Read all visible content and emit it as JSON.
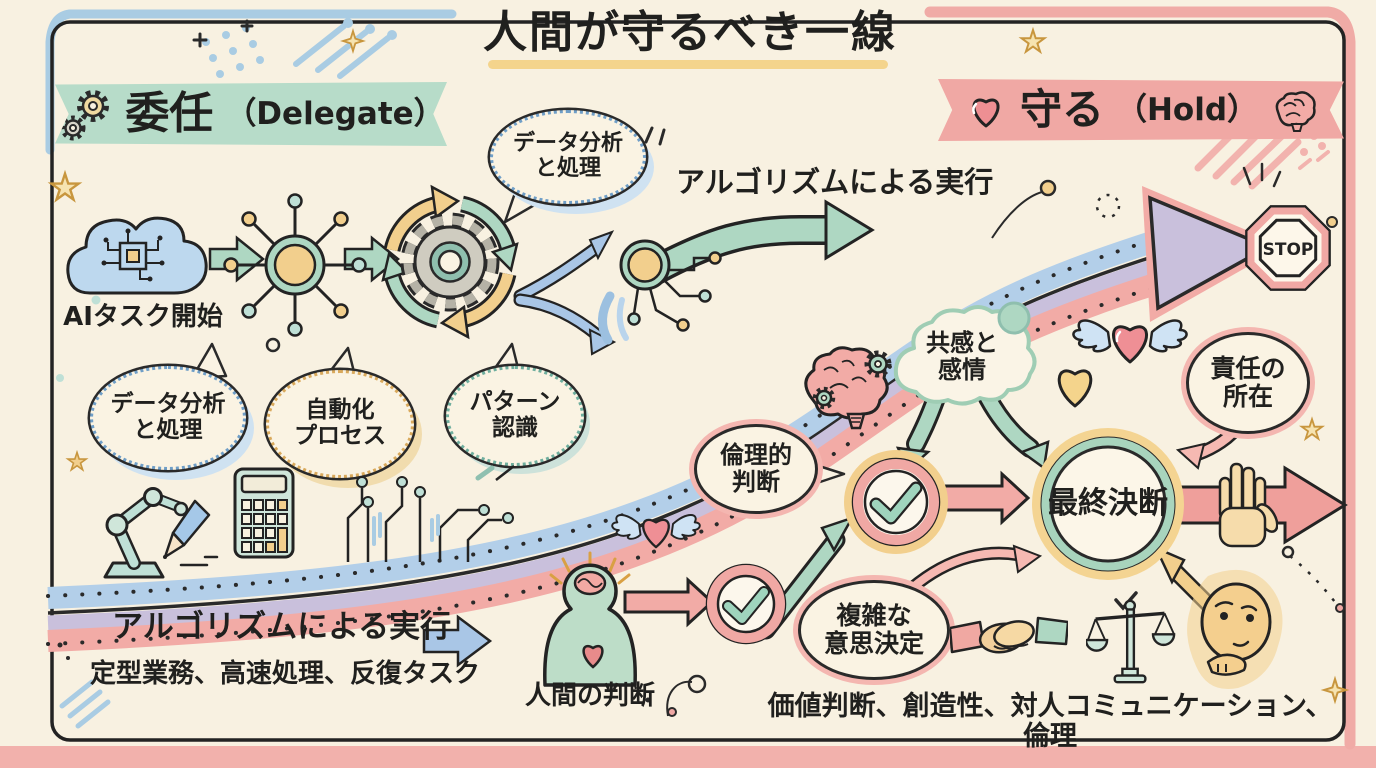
{
  "title": {
    "text": "人間が守るべき一線"
  },
  "banners": {
    "delegate": {
      "title": "委任",
      "subtitle": "（Delegate）"
    },
    "hold": {
      "title": "守る",
      "subtitle": "（Hold）"
    }
  },
  "delegate_side": {
    "start_label": "AIタスク開始",
    "top_bubble": {
      "line1": "データ分析",
      "line2": "と処理"
    },
    "exec_label": "アルゴリズムによる実行",
    "stop_label": "STOP",
    "bubbles": [
      {
        "line1": "データ分析",
        "line2": "と処理"
      },
      {
        "line1": "自動化",
        "line2": "プロセス"
      },
      {
        "line1": "パターン",
        "line2": "認識"
      }
    ],
    "exec_heading": "アルゴリズムによる実行",
    "exec_sub": "定型業務、高速処理、反復タスク"
  },
  "hold_side": {
    "human_label": "人間の判断",
    "empathy": {
      "line1": "共感と",
      "line2": "感情"
    },
    "ethics": {
      "line1": "倫理的",
      "line2": "判断"
    },
    "responsibility": {
      "line1": "責任の",
      "line2": "所在"
    },
    "complex": {
      "line1": "複雑な",
      "line2": "意思決定"
    },
    "final_label": "最終決断",
    "footer": "価値判断、創造性、対人コミュニケーション、倫理"
  },
  "colors": {
    "background": "#f8f1e1",
    "mint": "#b7dcc9",
    "pink": "#f0a8a4",
    "blue": "#aecbe8",
    "lavender": "#c9c0dc",
    "yellow": "#f2cf8d",
    "arrow_green": "#aed7c2",
    "outline": "#232323"
  }
}
